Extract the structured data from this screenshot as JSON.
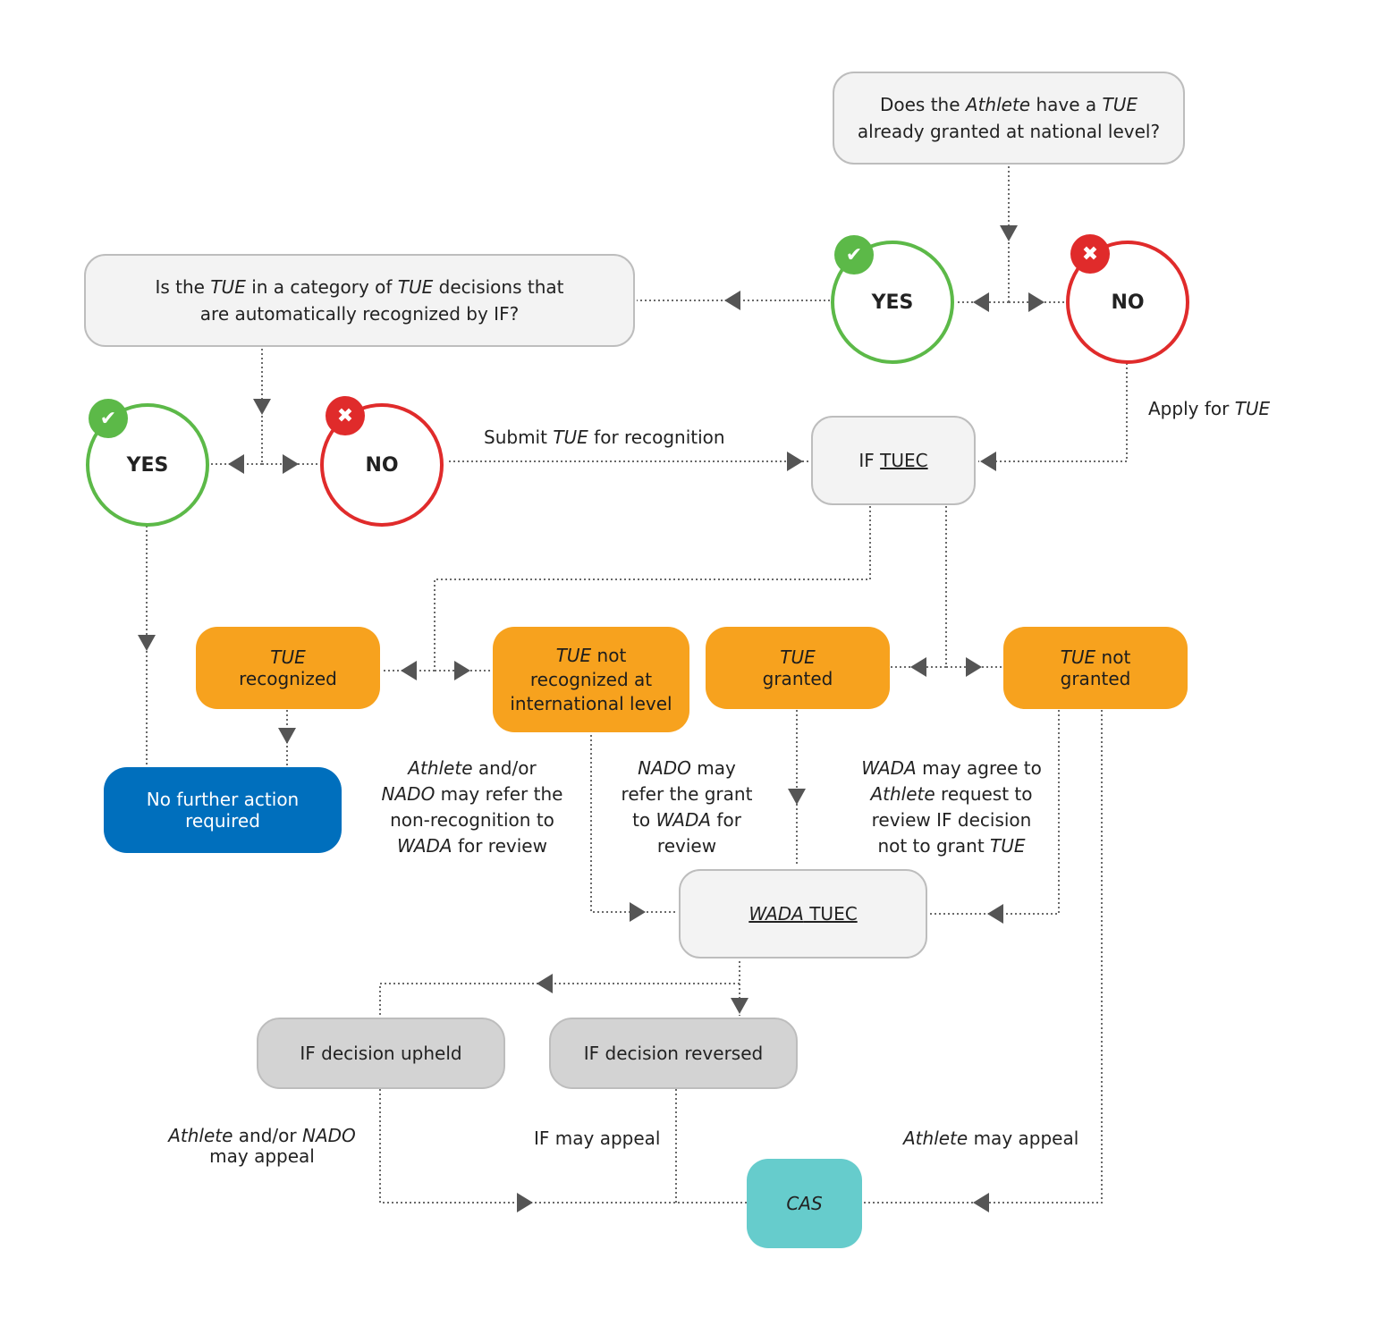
{
  "question1": {
    "l1a": "Does the ",
    "l1b": "Athlete",
    "l1c": " have a ",
    "l1d": "TUE",
    "l2": "already granted at national level?"
  },
  "question2": {
    "l1a": "Is the ",
    "l1b": "TUE",
    "l1c": " in a category of ",
    "l1d": "TUE",
    "l1e": " decisions that",
    "l2": "are automatically recognized by IF?"
  },
  "yes_label": "YES",
  "no_label": "NO",
  "icons": {
    "check": "✔",
    "cross": "✖"
  },
  "apply_tue": {
    "a": "Apply for ",
    "b": "TUE"
  },
  "submit_tue": {
    "a": "Submit ",
    "b": "TUE",
    "c": " for recognition"
  },
  "if_tuec": {
    "a": "IF ",
    "b": "TUEC"
  },
  "tue_recognized": {
    "a": "TUE",
    "b": "recognized"
  },
  "tue_not_recognized": {
    "a": "TUE",
    "b": " not",
    "c": "recognized at",
    "d": "international level"
  },
  "tue_granted": {
    "a": "TUE",
    "b": "granted"
  },
  "tue_not_granted": {
    "a": "TUE",
    "b": " not",
    "c": "granted"
  },
  "no_further": {
    "l1": "No further action",
    "l2": "required"
  },
  "note_nonrec": {
    "l1a": "Athlete",
    "l1b": " and/or",
    "l2a": "NADO",
    "l2b": " may refer the",
    "l3": "non-recognition to",
    "l4a": "WADA",
    "l4b": " for review"
  },
  "note_nado": {
    "l1a": "NADO",
    "l1b": " may",
    "l2": "refer the grant",
    "l3a": "to ",
    "l3b": "WADA",
    "l3c": " for",
    "l4": "review"
  },
  "note_wada": {
    "l1a": "WADA",
    "l1b": " may agree to",
    "l2a": "Athlete",
    "l2b": " request to",
    "l3": "review IF decision",
    "l4a": "not to grant ",
    "l4b": "TUE"
  },
  "wada_tuec": {
    "a": "WADA",
    "b": " TUEC"
  },
  "if_upheld": "IF decision upheld",
  "if_reversed": "IF decision reversed",
  "appeal_athlete_nado": {
    "l1a": "Athlete",
    "l1b": " and/or ",
    "l1c": "NADO",
    "l2": "may appeal"
  },
  "appeal_if": "IF may appeal",
  "appeal_athlete": {
    "a": "Athlete",
    "b": " may appeal"
  },
  "cas": "CAS",
  "colors": {
    "yes": "#5cb948",
    "no": "#e02b2b",
    "orange": "#f7a21e",
    "blue": "#006fbd",
    "cas": "#66cccc",
    "line": "#555555"
  }
}
